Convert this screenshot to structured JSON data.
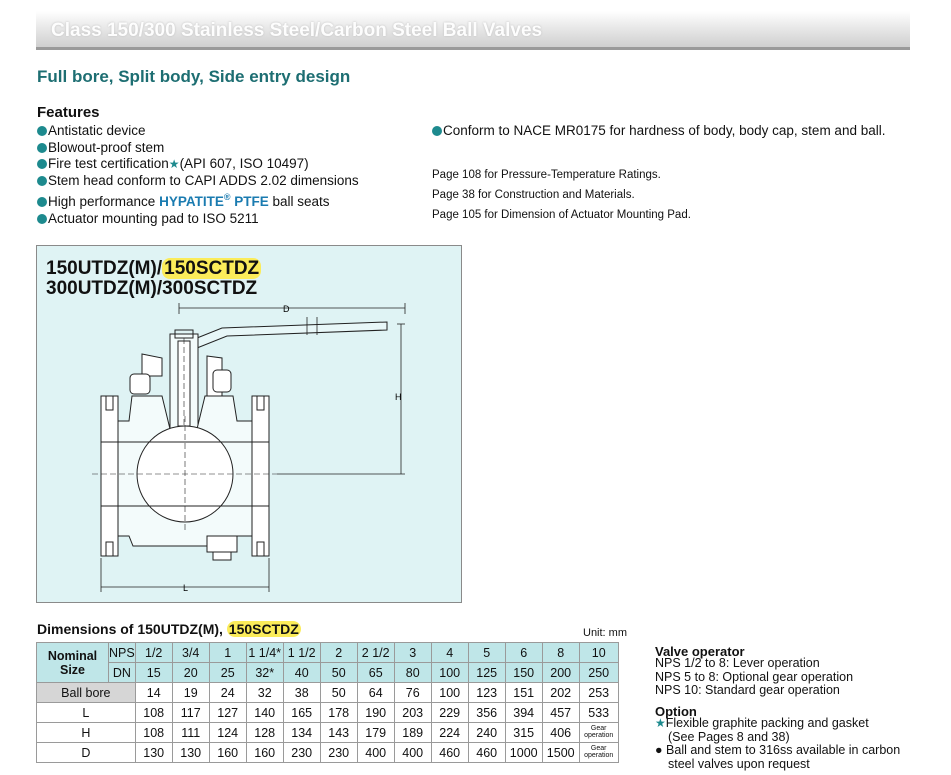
{
  "banner": {
    "title": "Class 150/300 Stainless Steel/Carbon Steel Ball Valves"
  },
  "subtitle": "Full bore, Split body, Side entry design",
  "features": {
    "title": "Features",
    "items": [
      "Antistatic device",
      "Blowout-proof stem",
      "Fire test certification",
      "Stem head conform to CAPI ADDS 2.02 dimensions",
      "High performance",
      "Actuator mounting pad to ISO 5211"
    ],
    "fire_test_suffix": "(API 607, ISO 10497)",
    "hypatite": "HYPATITE",
    "ptfe": "PTFE",
    "reg": "®",
    "ball_seats": " ball seats",
    "nace": "Conform to NACE MR0175 for hardness of body, body cap, stem and ball."
  },
  "page_refs": [
    "Page 108 for Pressure-Temperature Ratings.",
    "Page 38 for Construction and Materials.",
    "Page 105 for Dimension of Actuator Mounting Pad."
  ],
  "drawing": {
    "model1_a": "150UTDZ(M)/",
    "model1_b": "150SCTDZ",
    "model2": "300UTDZ(M)/300SCTDZ",
    "label_d": "D",
    "label_h": "H",
    "label_l": "L"
  },
  "dimensions": {
    "title_a": "Dimensions of 150UTDZ(M), ",
    "title_b": "150SCTDZ",
    "unit": "Unit: mm",
    "nominal_size": "Nominal Size",
    "nps_label": "NPS",
    "dn_label": "DN",
    "nps": [
      "1/2",
      "3/4",
      "1",
      "1 1/4*",
      "1 1/2",
      "2",
      "2 1/2",
      "3",
      "4",
      "5",
      "6",
      "8",
      "10"
    ],
    "dn": [
      "15",
      "20",
      "25",
      "32*",
      "40",
      "50",
      "65",
      "80",
      "100",
      "125",
      "150",
      "200",
      "250"
    ],
    "rows": [
      {
        "label": "Ball bore",
        "values": [
          "14",
          "19",
          "24",
          "32",
          "38",
          "50",
          "64",
          "76",
          "100",
          "123",
          "151",
          "202",
          "253"
        ]
      },
      {
        "label": "L",
        "values": [
          "108",
          "117",
          "127",
          "140",
          "165",
          "178",
          "190",
          "203",
          "229",
          "356",
          "394",
          "457",
          "533"
        ]
      },
      {
        "label": "H",
        "values": [
          "108",
          "111",
          "124",
          "128",
          "134",
          "143",
          "179",
          "189",
          "224",
          "240",
          "315",
          "406",
          ""
        ]
      },
      {
        "label": "D",
        "values": [
          "130",
          "130",
          "160",
          "160",
          "230",
          "230",
          "400",
          "400",
          "460",
          "460",
          "1000",
          "1500",
          ""
        ]
      }
    ],
    "gear_note": "Gear operation"
  },
  "valve_operator": {
    "title": "Valve operator",
    "lines": [
      "NPS 1/2 to 8: Lever operation",
      "NPS 5 to 8: Optional gear operation",
      "NPS 10: Standard gear operation"
    ]
  },
  "option": {
    "title": "Option",
    "lines": [
      "Flexible graphite packing and gasket",
      "(See Pages 8 and 38)",
      "Ball and stem to 316ss available in carbon",
      "steel valves upon request"
    ]
  }
}
